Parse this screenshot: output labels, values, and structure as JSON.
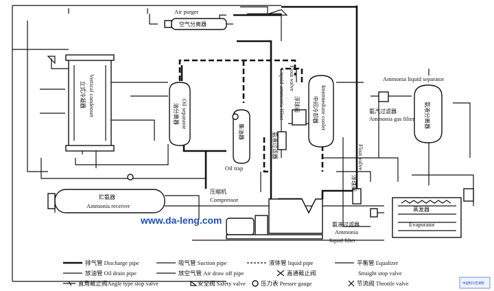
{
  "labels": {
    "air_purger": "Air purger",
    "air_separator_cn": "空气分离器",
    "vertical_condenser_cn": "立式冷凝器",
    "vertical_condenser_en": "Vertical condenser",
    "oil_separator_cn": "油分离器",
    "oil_separator_en": "Oil separator",
    "oil_trap_cn": "集油器",
    "oil_trap_en": "Oil trap",
    "ammonia_filter_cn": "氨液过滤器",
    "liquid_ammonia_filter_en": "Liquid ammonia filter",
    "float_valve_cn": "浮球阀",
    "float_valve_en": "Float valve",
    "intermediate_cooler_cn": "中间冷却器",
    "intermediate_cooler_en": "Intermediate cooler",
    "ammonia_liquid_separator_en": "Ammonia liquid separator",
    "ammonia_gas_filter_cn": "氨汽过滤器",
    "ammonia_gas_filter_en": "Ammonia gas filter",
    "ammonia_separator_cn": "氨液分离器",
    "receiver_cn": "贮氨器",
    "receiver_en": "Ammonia receiver",
    "compressor_cn": "压缩机",
    "compressor_en": "Compressor",
    "float_valve2_cn": "浮球阀",
    "float_valve2_en": "Float valve",
    "ammonia_liquid_filter_cn": "氨液过滤器",
    "ammonia_liquid_filter_en1": "Ammonia",
    "ammonia_liquid_filter_en2": "liquid filter",
    "evaporator_cn": "蒸发器",
    "evaporator_en": "Evaporator",
    "watermark": "www.da-leng.com",
    "logo": "中国制冷空调网"
  },
  "legend": {
    "discharge": "排气管 Discharge pipe",
    "suction": "吸气管 Suction pipe",
    "liquid": "液体管 liquid pipe",
    "equalizer": "平衡管 Equalizer",
    "oil_drain": "放油管 Oil drain pipe",
    "air_draw": "放空气管 Air draw off pipe",
    "straight_valve_cn": "直通截止阀",
    "straight_valve_en": "Straight stop valve",
    "angle_valve": "直角截止阀Angle type stop valve",
    "safety_valve": "安全阀 Safety valve",
    "pressure_gauge": "压力表 Pressre gauge",
    "throttle_valve": "节流阀 Throttle valve"
  }
}
